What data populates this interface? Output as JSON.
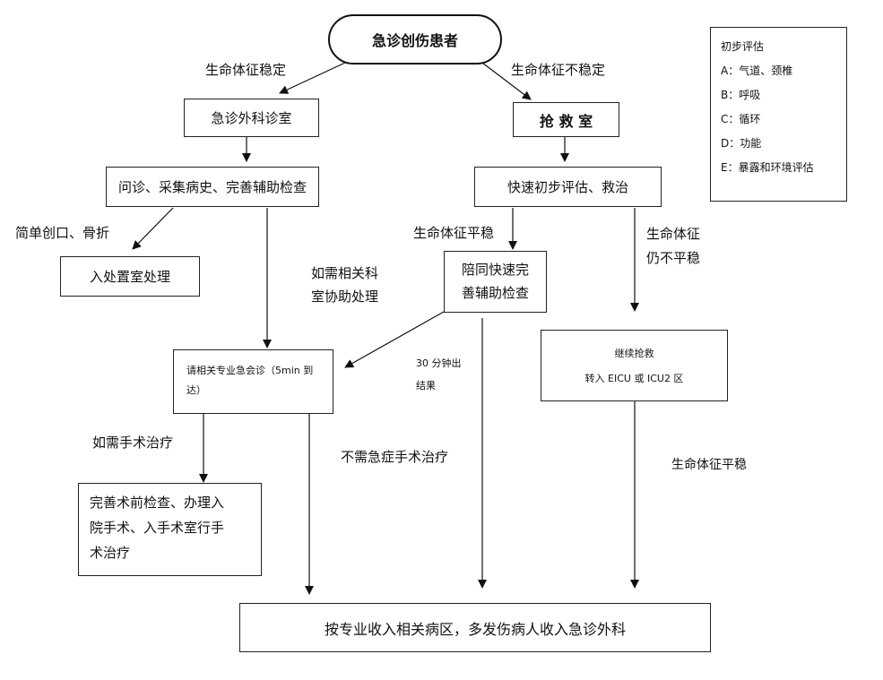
{
  "nodes": {
    "start": "急诊创伤患者",
    "er_surgery": "急诊外科诊室",
    "rescue_room": "抢 救 室",
    "history": "问诊、采集病史、完善辅助检查",
    "quick_eval": "快速初步评估、救治",
    "treatment_room": "入处置室处理",
    "escort_exam": "陪同快速完\n善辅助检查",
    "consult": "请相关专业急会诊（5min 到\n达）",
    "continue_rescue_1": "继续抢救",
    "continue_rescue_2": "转入 EICU 或 ICU2 区",
    "surgery_prep": "完善术前检查、办理入\n院手术、入手术室行手\n术治疗",
    "final": "按专业收入相关病区，多发伤病人收入急诊外科"
  },
  "edge_labels": {
    "stable": "生命体征稳定",
    "unstable": "生命体征不稳定",
    "simple_wound": "简单创口、骨折",
    "need_dept": "如需相关科\n室协助处理",
    "vital_stable": "生命体征平稳",
    "still_unstable": "生命体征\n仍不平稳",
    "results_30min": "30 分钟出\n结果",
    "need_surgery": "如需手术治疗",
    "no_emergency_surgery": "不需急症手术治疗",
    "vital_stable_2": "生命体征平稳"
  },
  "legend": {
    "title": "初步评估",
    "items": [
      "A：气道、颈椎",
      "B：呼吸",
      "C：循环",
      "D：功能",
      "E：暴露和环境评估"
    ]
  },
  "colors": {
    "line": "#111111",
    "background": "#ffffff"
  }
}
